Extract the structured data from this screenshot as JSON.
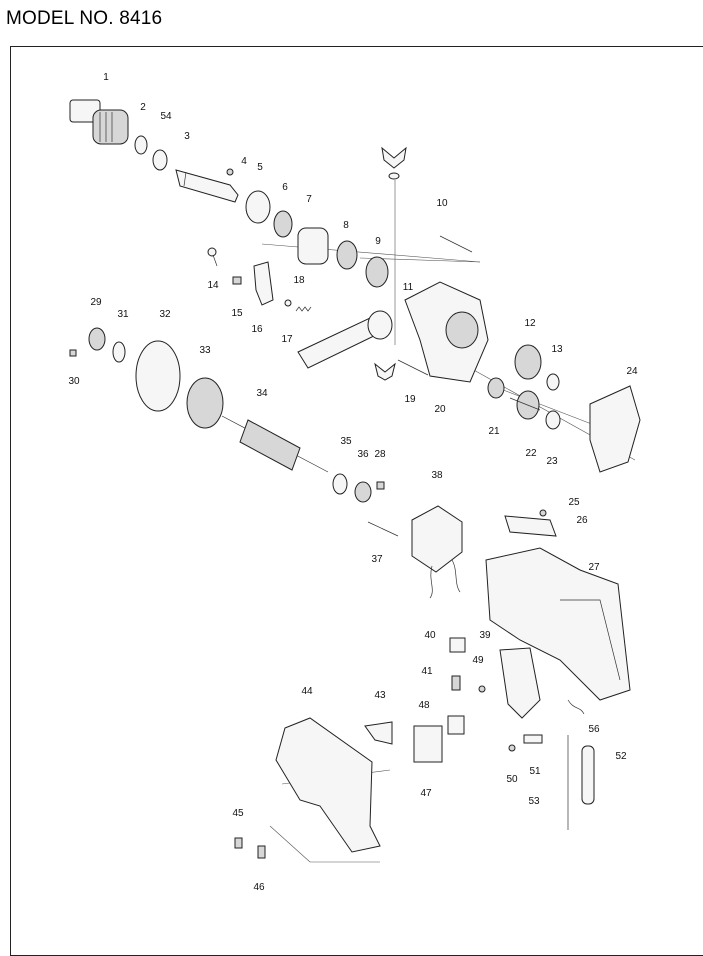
{
  "header": {
    "title": "MODEL NO. 8416"
  },
  "parts": [
    {
      "n": "1"
    },
    {
      "n": "2"
    },
    {
      "n": "54"
    },
    {
      "n": "3"
    },
    {
      "n": "4"
    },
    {
      "n": "5"
    },
    {
      "n": "6"
    },
    {
      "n": "7"
    },
    {
      "n": "8"
    },
    {
      "n": "9"
    },
    {
      "n": "10"
    },
    {
      "n": "11"
    },
    {
      "n": "12"
    },
    {
      "n": "13"
    },
    {
      "n": "14"
    },
    {
      "n": "15"
    },
    {
      "n": "16"
    },
    {
      "n": "17"
    },
    {
      "n": "18"
    },
    {
      "n": "19"
    },
    {
      "n": "20"
    },
    {
      "n": "21"
    },
    {
      "n": "22"
    },
    {
      "n": "23"
    },
    {
      "n": "24"
    },
    {
      "n": "25"
    },
    {
      "n": "26"
    },
    {
      "n": "27"
    },
    {
      "n": "28"
    },
    {
      "n": "29"
    },
    {
      "n": "30"
    },
    {
      "n": "31"
    },
    {
      "n": "32"
    },
    {
      "n": "33"
    },
    {
      "n": "34"
    },
    {
      "n": "35"
    },
    {
      "n": "36"
    },
    {
      "n": "37"
    },
    {
      "n": "38"
    },
    {
      "n": "39"
    },
    {
      "n": "40"
    },
    {
      "n": "41"
    },
    {
      "n": "43"
    },
    {
      "n": "44"
    },
    {
      "n": "45"
    },
    {
      "n": "46"
    },
    {
      "n": "47"
    },
    {
      "n": "48"
    },
    {
      "n": "49"
    },
    {
      "n": "50"
    },
    {
      "n": "51"
    },
    {
      "n": "52"
    },
    {
      "n": "53"
    },
    {
      "n": "56"
    }
  ]
}
